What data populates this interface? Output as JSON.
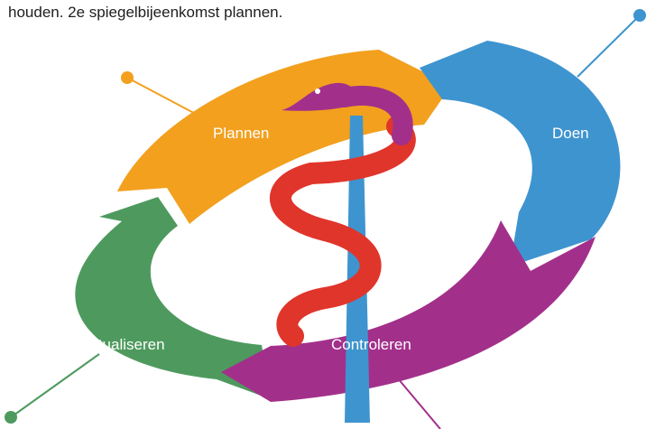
{
  "intro_text": "houden. 2e spiegelbijeenkomst plannen.",
  "segments": [
    {
      "label": "Plannen",
      "color": "#F2A01E"
    },
    {
      "label": "Doen",
      "color": "#3E94CF"
    },
    {
      "label": "Controleren",
      "color": "#A2308A"
    },
    {
      "label": "Actualiseren",
      "color": "#4E9A5E"
    }
  ],
  "emblem": {
    "staff_color": "#3E94CF",
    "snake_color": "#E0352B",
    "snake_head_color": "#A2308A"
  }
}
